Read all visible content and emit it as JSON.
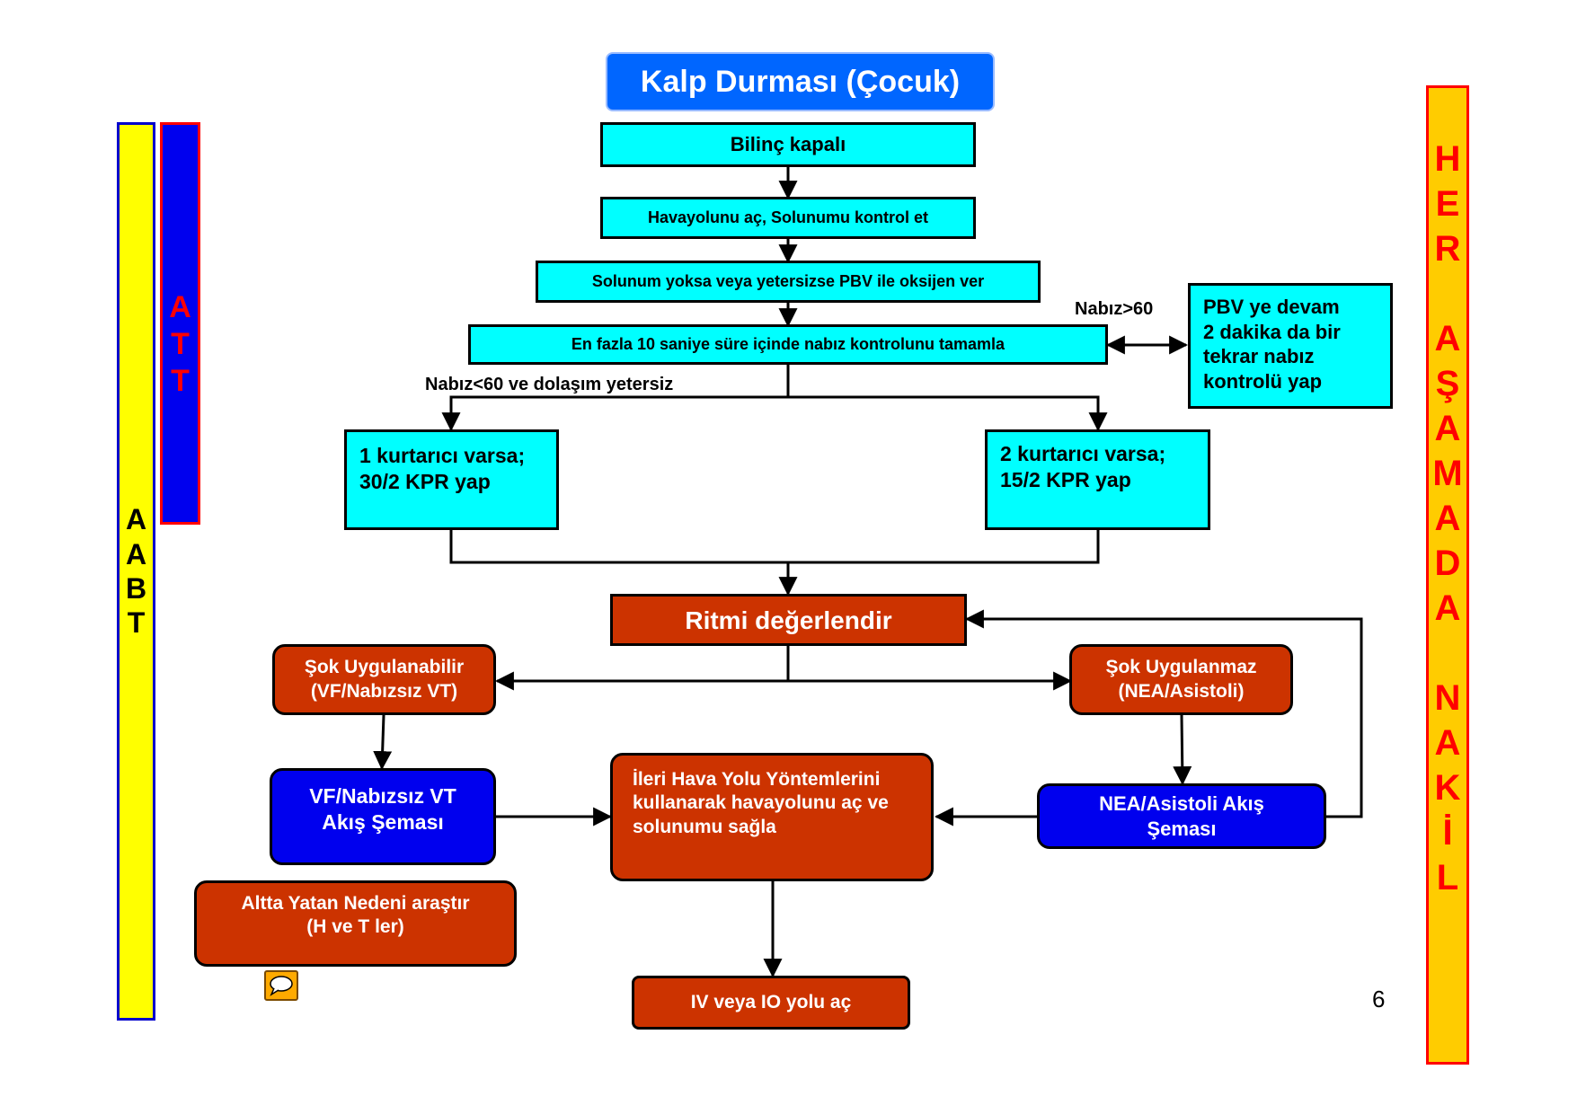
{
  "title": "Kalp Durması (Çocuk)",
  "side_bars": {
    "aabt": [
      "A",
      "A",
      "B",
      "T"
    ],
    "att": [
      "A",
      "T",
      "T"
    ],
    "right": [
      "H",
      "E",
      "R",
      "",
      "A",
      "Ş",
      "A",
      "M",
      "A",
      "D",
      "A",
      "",
      "N",
      "A",
      "K",
      "İ",
      "L"
    ]
  },
  "flow": {
    "step1": "Bilinç kapalı",
    "step2": "Havayolunu  aç, Solunumu kontrol et",
    "step3": "Solunum yoksa veya yetersizse PBV ile oksijen ver",
    "step4": "En fazla 10 saniye süre içinde nabız kontrolunu tamamla",
    "pulse_over_label": "Nabız>60",
    "pulse_over_box": [
      "PBV ye devam",
      "2 dakika da bir",
      "tekrar nabız",
      "kontrolü yap"
    ],
    "pulse_under_label": "Nabız<60 ve dolaşım yetersiz",
    "one_rescuer": [
      "1 kurtarıcı varsa;",
      "30/2 KPR yap"
    ],
    "two_rescuer": [
      "2 kurtarıcı varsa;",
      "15/2 KPR  yap"
    ],
    "rhythm": "Ritmi değerlendir",
    "shockable": [
      "Şok Uygulanabilir",
      "(VF/Nabızsız VT)"
    ],
    "non_shockable": [
      "Şok Uygulanmaz",
      "(NEA/Asistoli)"
    ],
    "vf_flow": [
      "VF/Nabızsız VT",
      "Akış Şeması"
    ],
    "nea_flow": [
      "NEA/Asistoli Akış",
      "Şeması"
    ],
    "airway": [
      "İleri Hava Yolu Yöntemlerini",
      "kullanarak havayolunu aç ve",
      "solunumu sağla"
    ],
    "underlying": [
      "Altta Yatan Nedeni araştır",
      "(H ve T ler)"
    ],
    "iv_io": "IV veya IO  yolu aç"
  },
  "page_number": "6",
  "colors": {
    "title_bg": "#0066ff",
    "cyan": "#00ffff",
    "red_box": "#cc3300",
    "blue_box": "#0000ee",
    "yellow": "#ffff00",
    "orange": "#ffcc00",
    "side_red_text": "#ff0000"
  },
  "icons": {
    "comment": "speech-bubble-icon"
  }
}
